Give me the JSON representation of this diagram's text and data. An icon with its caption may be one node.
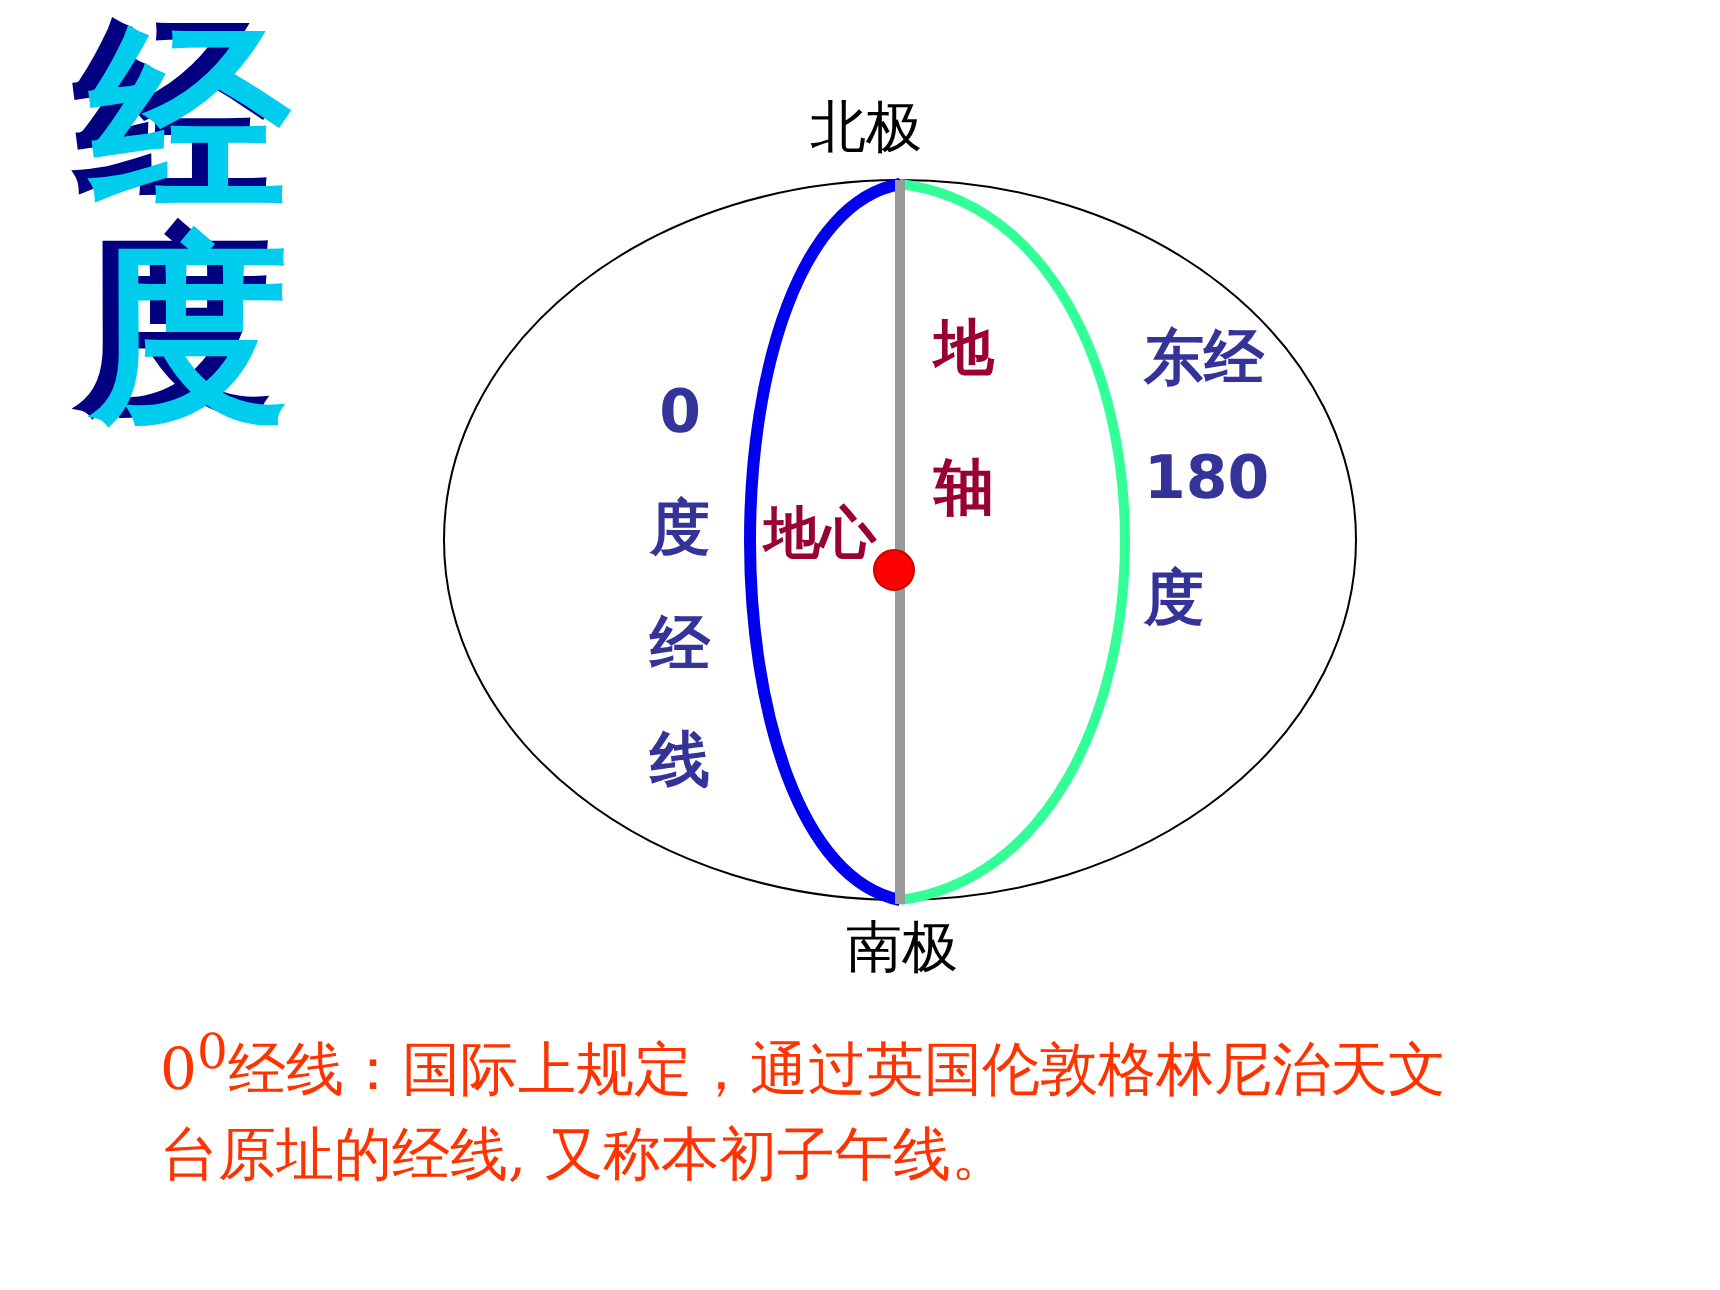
{
  "diagram": {
    "title": "经度",
    "labels": [
      "北极",
      "0度经线",
      "地轴",
      "地心",
      "东经180度",
      "南极"
    ],
    "caption": "0$^{0}$经线：国际上规定，通过英国伦敦格林尼治天文台原址的经线, 又称本初子午线。"
  }
}
